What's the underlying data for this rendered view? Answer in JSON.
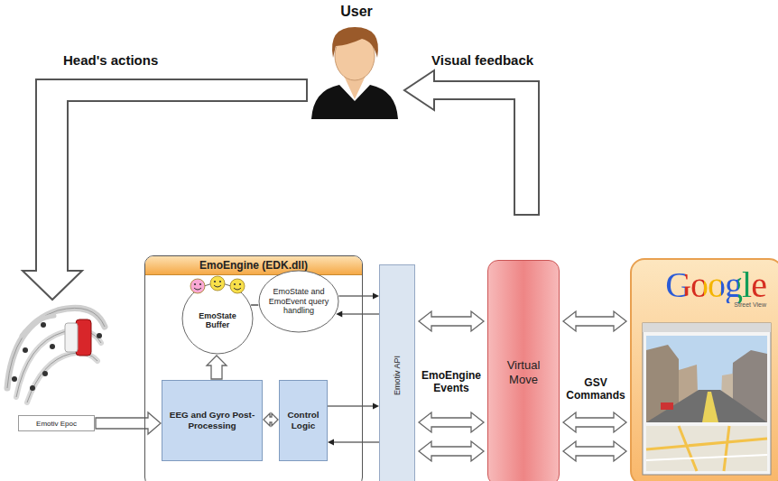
{
  "diagram": {
    "nodes": [
      {
        "text": [
          "Emotiv Epoc"
        ]
      },
      {
        "text": [
          "EmoEngine (EDK.dll)"
        ]
      },
      {
        "text": [
          "EmoState Buffer"
        ],
        "in": 1
      },
      {
        "text": [
          "EmoState and EmoEvent query handling"
        ],
        "in": 1
      },
      {
        "text": [
          "EEG and Gyro Post-Processing"
        ],
        "in": 1
      },
      {
        "text": [
          "Control Logic"
        ],
        "in": 1
      },
      {
        "text": [
          "Emotiv API"
        ]
      },
      {
        "text": [
          "Virtual Move"
        ]
      },
      {
        "text": [
          "Google",
          "Street View"
        ]
      }
    ],
    "edges": [
      {
        "from": 0,
        "to": 4,
        "arrow": "to"
      },
      {
        "from": 4,
        "to": 2,
        "arrow": "to"
      },
      {
        "from": 2,
        "to": 3,
        "arrow": "none"
      },
      {
        "from": 3,
        "to": 6,
        "arrow": "to"
      },
      {
        "from": 6,
        "to": 3,
        "arrow": "to"
      },
      {
        "from": 4,
        "to": 5,
        "arrow": "both"
      },
      {
        "from": 5,
        "to": 6,
        "arrow": "to"
      },
      {
        "from": 6,
        "to": 5,
        "arrow": "to"
      },
      {
        "from": 6,
        "to": 7,
        "arrow": "both"
      },
      {
        "from": 6,
        "to": 7,
        "arrow": "both"
      },
      {
        "from": 6,
        "to": 7,
        "arrow": "both"
      },
      {
        "from": 7,
        "to": 8,
        "arrow": "both"
      },
      {
        "from": 7,
        "to": 8,
        "arrow": "both"
      },
      {
        "from": 7,
        "to": 8,
        "arrow": "both"
      }
    ],
    "labels": [
      "User",
      "Head's actions",
      "Visual feedback",
      "EmoEngine Events",
      "GSV Commands"
    ]
  }
}
